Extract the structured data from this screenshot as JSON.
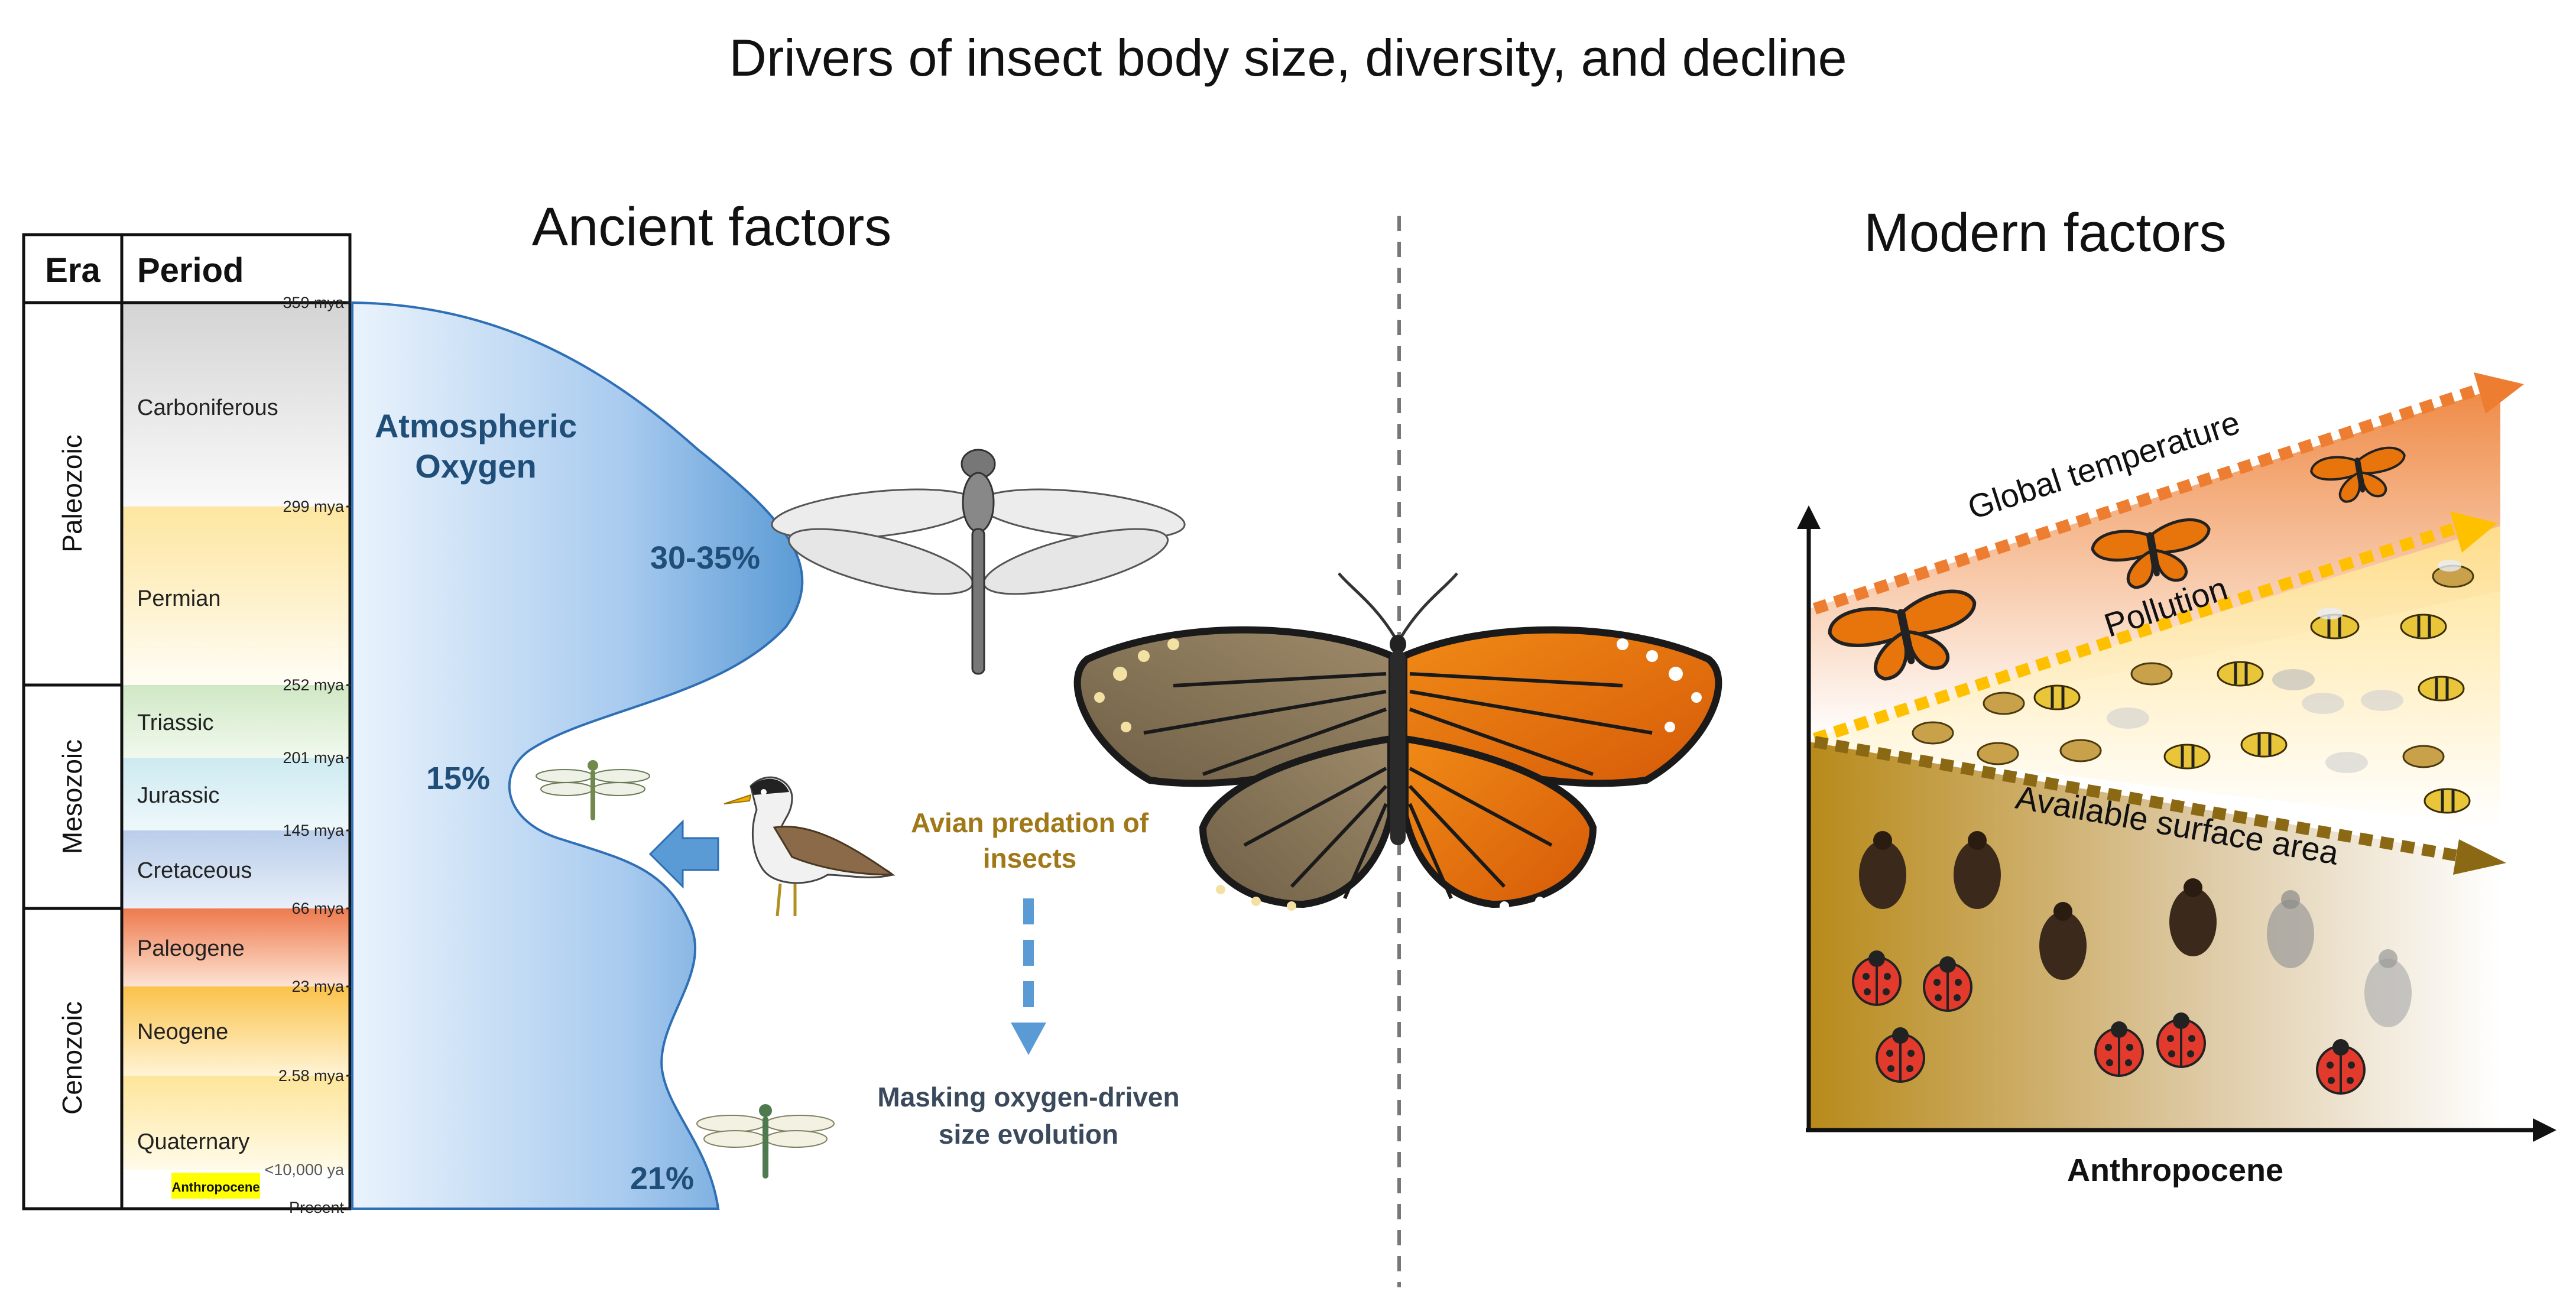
{
  "title": "Drivers of insect body size, diversity, and decline",
  "ancient": {
    "heading": "Ancient factors",
    "table": {
      "era_header": "Era",
      "period_header": "Period",
      "eras": [
        {
          "name": "Paleozoic"
        },
        {
          "name": "Mesozoic"
        },
        {
          "name": "Cenozoic"
        }
      ],
      "periods": [
        {
          "name": "Carboniferous",
          "color_top": "#d4d4d4",
          "color_bottom": "#fafafa"
        },
        {
          "name": "Permian",
          "color_top": "#fde6a0",
          "color_bottom": "#fffdf5"
        },
        {
          "name": "Triassic",
          "color_top": "#cfe8c4",
          "color_bottom": "#f1f9ee"
        },
        {
          "name": "Jurassic",
          "color_top": "#cdeaf0",
          "color_bottom": "#eef8fb"
        },
        {
          "name": "Cretaceous",
          "color_top": "#b9cdea",
          "color_bottom": "#e8eff9"
        },
        {
          "name": "Paleogene",
          "color_top": "#ee7a4e",
          "color_bottom": "#fde3d3"
        },
        {
          "name": "Neogene",
          "color_top": "#fbc24a",
          "color_bottom": "#fff4d6"
        },
        {
          "name": "Quaternary",
          "color_top": "#fde59a",
          "color_bottom": "#fffbe9"
        }
      ],
      "boundaries": [
        "359 mya",
        "299 mya",
        "252 mya",
        "201 mya",
        "145 mya",
        "66 mya",
        "23 mya",
        "2.58 mya",
        "<10,000 ya",
        "Present"
      ],
      "anthropocene_label": "Anthropocene",
      "anthropocene_color": "#ffff00"
    },
    "oxygen": {
      "label_line1": "Atmospheric",
      "label_line2": "Oxygen",
      "color": "#1f4e79",
      "fill_color": "#5b9bd5",
      "values": {
        "high": "30-35%",
        "low": "15%",
        "present": "21%"
      }
    },
    "predation": {
      "label_line1": "Avian predation of",
      "label_line2": "insects",
      "label_color": "#a07818",
      "arrow_color": "#5b9bd5",
      "masking_line1": "Masking oxygen-driven",
      "masking_line2": "size evolution",
      "masking_color": "#3a4a5c"
    }
  },
  "modern": {
    "heading": "Modern factors",
    "trends": [
      {
        "label": "Global temperature",
        "color": "#ed7d31"
      },
      {
        "label": "Pollution",
        "color": "#ffc000"
      },
      {
        "label": "Available surface area",
        "color": "#8b6914"
      }
    ],
    "x_axis_label": "Anthropocene"
  },
  "icons": [
    "dragonfly-icon",
    "bird-icon",
    "butterfly-icon",
    "bee-icon",
    "beetle-icon",
    "ladybug-icon"
  ]
}
